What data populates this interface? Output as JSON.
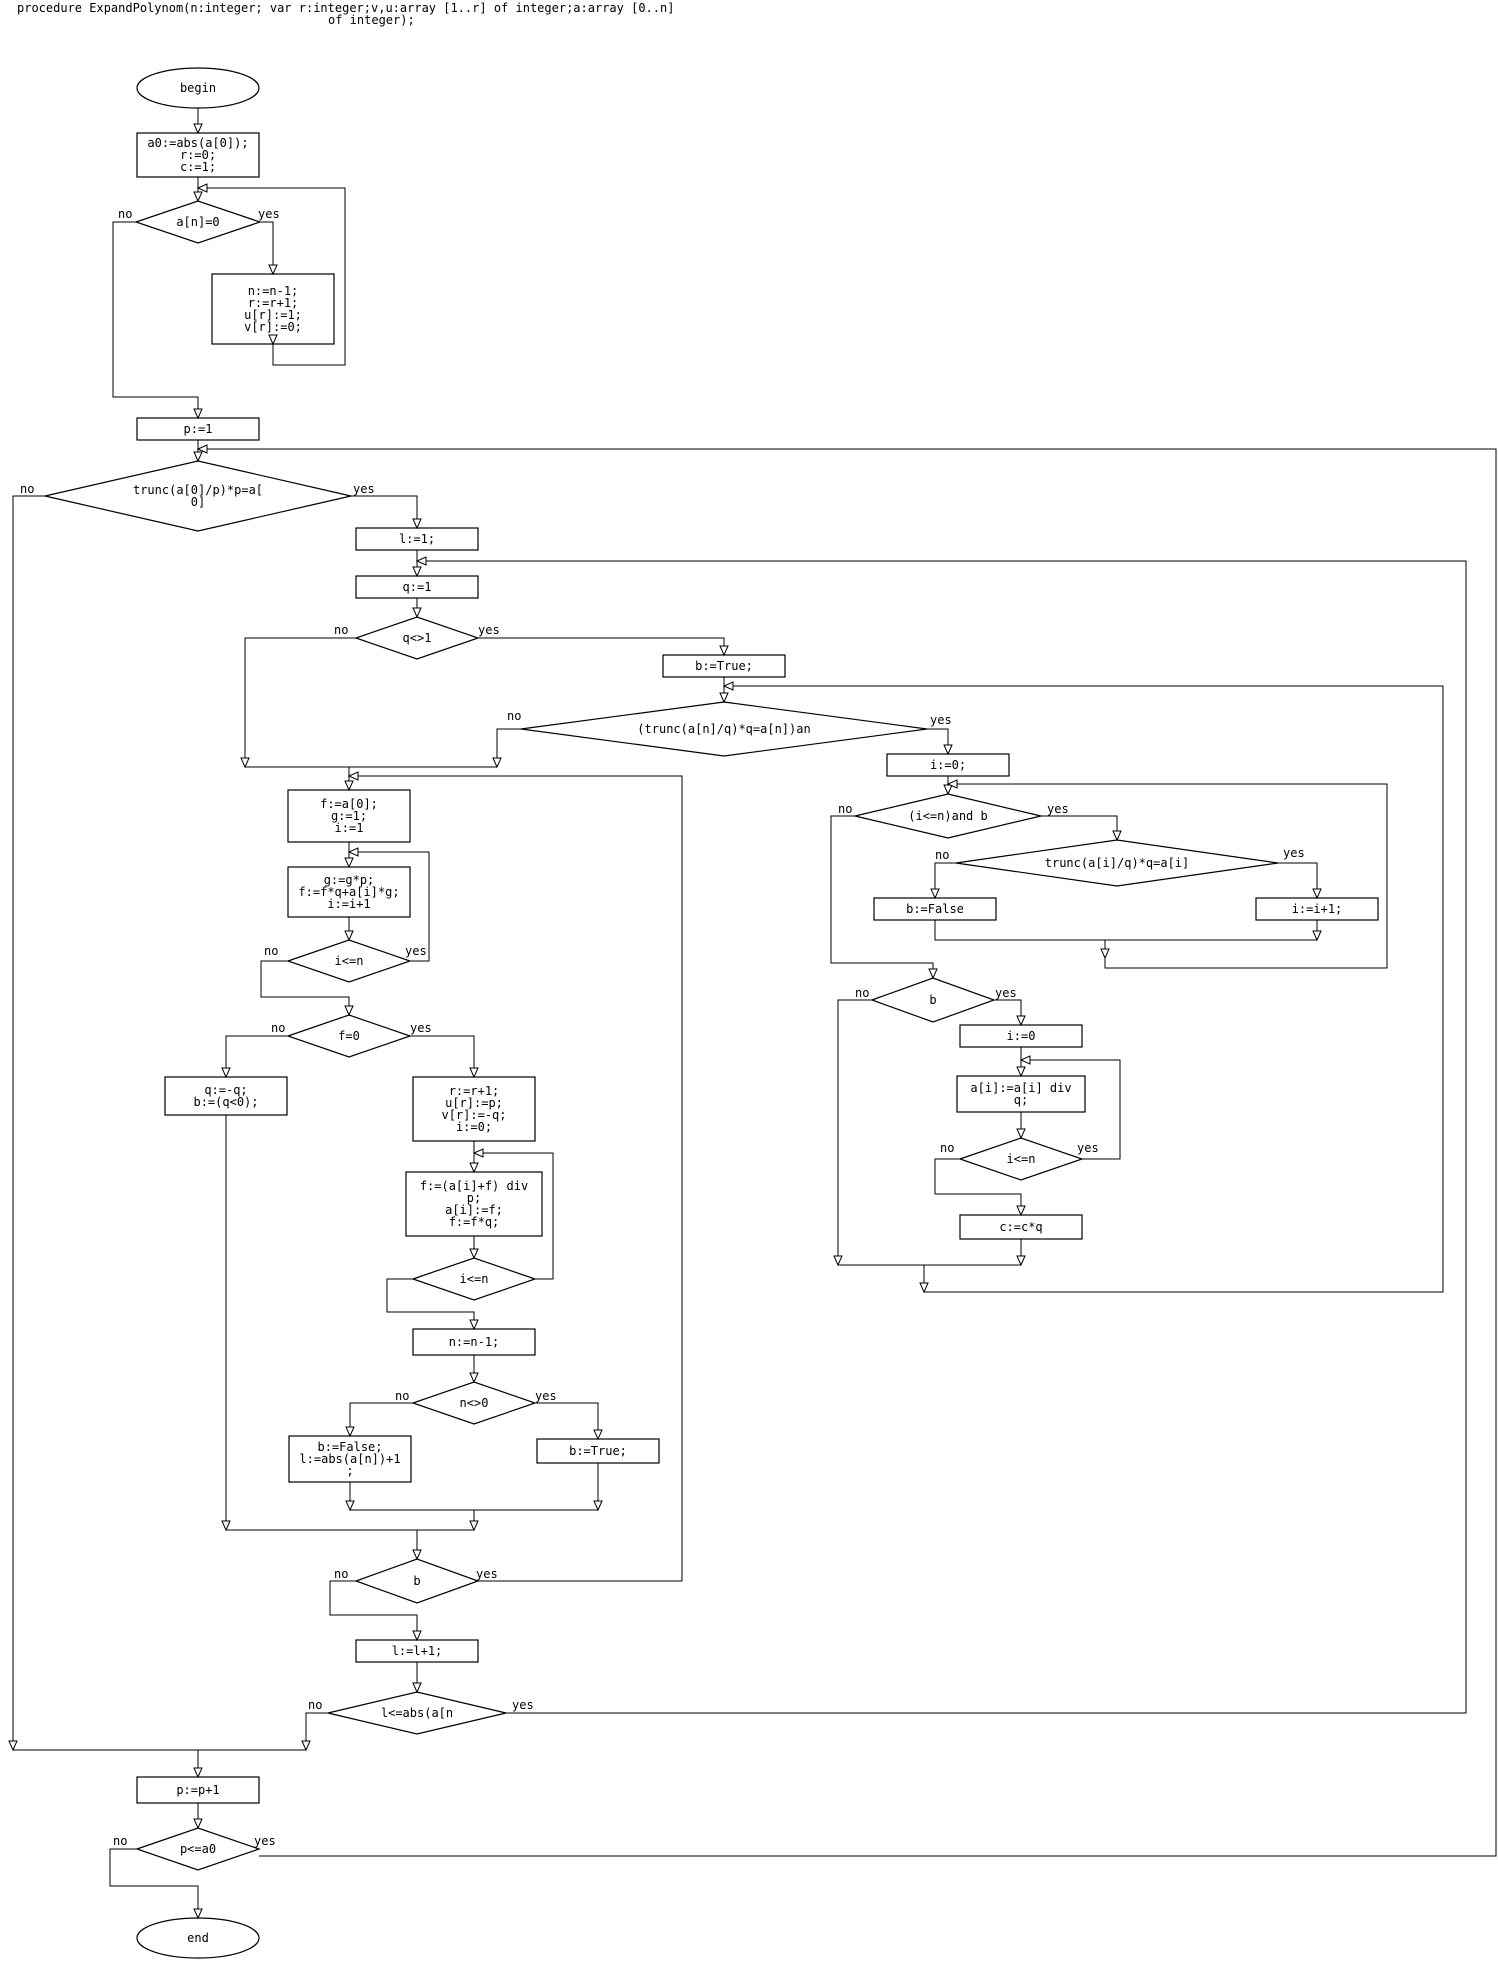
{
  "header": [
    "procedure ExpandPolynom(n:integer; var r:integer;v,u:array [1..r] of integer;a:array [0..n]",
    "of integer);"
  ],
  "branch_labels": {
    "no": "no",
    "yes": "yes"
  },
  "nodes": {
    "begin": [
      "begin"
    ],
    "init": [
      "a0:=abs(a[0]);",
      "r:=0;",
      "c:=1;"
    ],
    "an_zero": [
      "a[n]=0"
    ],
    "strip": [
      "n:=n-1;",
      "r:=r+1;",
      "u[r]:=1;",
      "v[r]:=0;"
    ],
    "p_init": [
      "p:=1"
    ],
    "p_divides": [
      "trunc(a[0]/p)*p=a[",
      "0]"
    ],
    "l_init": [
      "l:=1;"
    ],
    "q_init": [
      "q:=1"
    ],
    "q_ne_1": [
      "q<>1"
    ],
    "b_true": [
      "b:=True;"
    ],
    "q_check": [
      "(trunc(a[n]/q)*q=a[n])an"
    ],
    "i_zero": [
      "i:=0;"
    ],
    "loop_cond": [
      "(i<=n)and b"
    ],
    "ai_div": [
      "trunc(a[i]/q)*q=a[i]"
    ],
    "b_false_r": [
      "b:=False"
    ],
    "i_inc": [
      "i:=i+1;"
    ],
    "b_check_r": [
      "b"
    ],
    "i_zero2": [
      "i:=0"
    ],
    "ai_update": [
      "a[i]:=a[i] div",
      "q;"
    ],
    "i_lt_n_r": [
      "i<=n"
    ],
    "c_update": [
      "c:=c*q"
    ],
    "f_init": [
      "f:=a[0];",
      "g:=1;",
      "i:=1"
    ],
    "horner": [
      "g:=g*p;",
      "f:=f*q+a[i]*g;",
      "i:=i+1"
    ],
    "i_lt_n": [
      "i<=n"
    ],
    "f_zero": [
      "f=0"
    ],
    "q_neg": [
      "q:=-q;",
      "b:=(q<0);"
    ],
    "record": [
      "r:=r+1;",
      "u[r]:=p;",
      "v[r]:=-q;",
      "i:=0;"
    ],
    "divide": [
      "f:=(a[i]+f) div",
      "p;",
      "a[i]:=f;",
      "f:=f*q;"
    ],
    "i_le_n": [
      "i<=n"
    ],
    "n_dec": [
      "n:=n-1;"
    ],
    "n_ne_0": [
      "n<>0"
    ],
    "b_false_l": [
      "b:=False;",
      "l:=abs(a[n])+1",
      ";"
    ],
    "b_true_l": [
      "b:=True;"
    ],
    "b_check": [
      "b"
    ],
    "l_inc": [
      "l:=l+1;"
    ],
    "l_le": [
      "l<=abs(a[n"
    ],
    "p_inc": [
      "p:=p+1"
    ],
    "p_le_a0": [
      "p<=a0"
    ],
    "end": [
      "end"
    ]
  }
}
